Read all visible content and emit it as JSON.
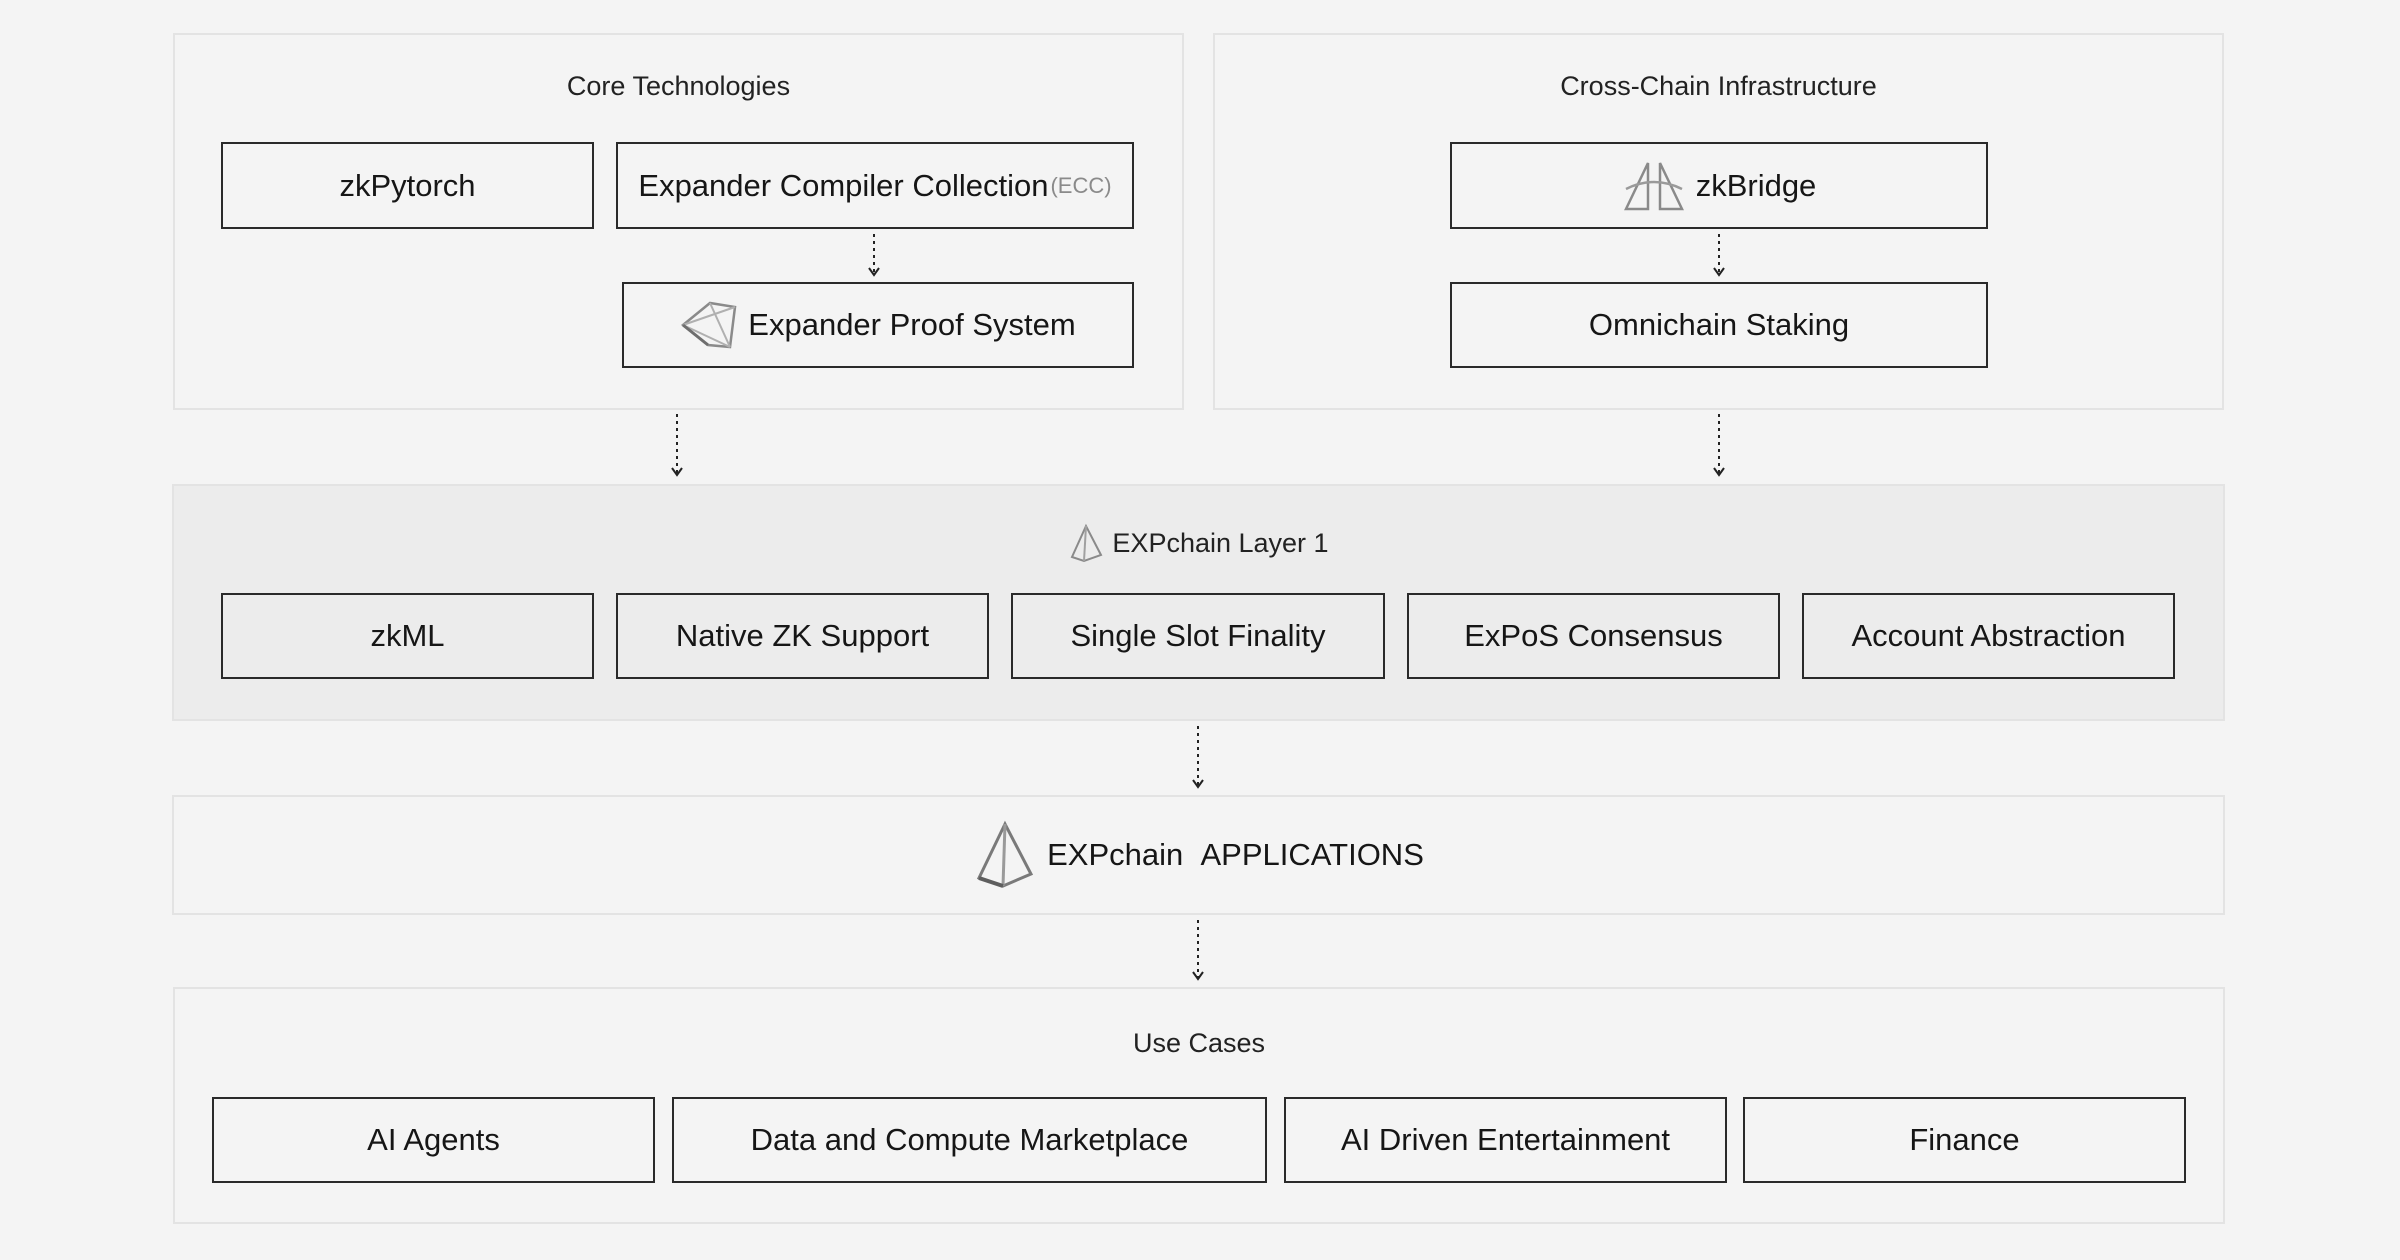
{
  "core": {
    "title": "Core Technologies",
    "zkpytorch": "zkPytorch",
    "ecc_main": "Expander Compiler Collection",
    "ecc_suffix": "(ECC)",
    "proof_system": "Expander Proof System"
  },
  "cross": {
    "title": "Cross-Chain Infrastructure",
    "zkbridge": "zkBridge",
    "staking": "Omnichain Staking"
  },
  "layer1": {
    "title": "EXPchain Layer 1",
    "items": [
      "zkML",
      "Native ZK Support",
      "Single Slot Finality",
      "ExPoS Consensus",
      "Account Abstraction"
    ]
  },
  "apps": {
    "brand": "EXPchain",
    "label": "APPLICATIONS"
  },
  "use_cases": {
    "title": "Use Cases",
    "items": [
      "AI Agents",
      "Data and Compute Marketplace",
      "AI Driven Entertainment",
      "Finance"
    ]
  },
  "icons": {
    "proof": "prism-icon",
    "bridge": "bridge-icon",
    "chain": "pyramid-icon"
  },
  "colors": {
    "background": "#f4f4f4",
    "panel_border": "#e3e3e3",
    "node_border": "#2a2a2a",
    "shaded_panel": "#ececec"
  }
}
